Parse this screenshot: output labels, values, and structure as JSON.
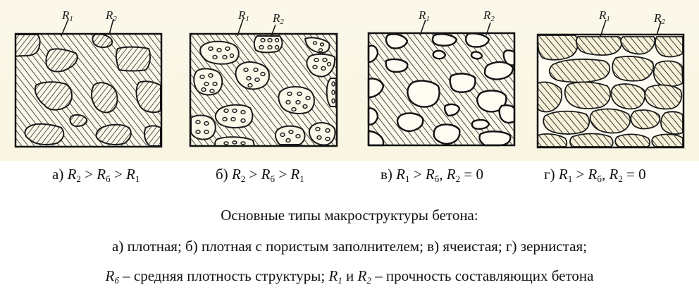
{
  "colors": {
    "paper": "#f9f5e2",
    "ink": "#1a1a1a",
    "background": "#ffffff"
  },
  "panels": [
    {
      "id": "a",
      "label_r1": "R",
      "label_r1_sub": "1",
      "label_r2": "R",
      "label_r2_sub": "2",
      "caption_prefix": "а)",
      "caption_parts": [
        "R",
        "2",
        " > ",
        "R",
        "б",
        " > ",
        "R",
        "1"
      ],
      "caption_text": "а) R2 > Rб > R1",
      "description": "dense: hatched matrix with hatched aggregate inclusions"
    },
    {
      "id": "b",
      "label_r1": "R",
      "label_r1_sub": "1",
      "label_r2": "R",
      "label_r2_sub": "2",
      "caption_prefix": "б)",
      "caption_parts": [
        "R",
        "2",
        " > ",
        "R",
        "б",
        " > ",
        "R",
        "1"
      ],
      "caption_text": "б) R2 > Rб > R1",
      "description": "dense with porous aggregate: hatched matrix with dotted porous inclusions"
    },
    {
      "id": "c",
      "label_r1": "R",
      "label_r1_sub": "1",
      "label_r2": "R",
      "label_r2_sub": "2",
      "caption_prefix": "в)",
      "caption_parts": [
        "R",
        "1",
        " > ",
        "R",
        "б",
        ", ",
        "R",
        "2",
        " = 0"
      ],
      "caption_text": "в) R1 > Rб, R2 = 0",
      "description": "cellular: hatched matrix with empty voids"
    },
    {
      "id": "d",
      "label_r1": "R",
      "label_r1_sub": "1",
      "label_r2": "R",
      "label_r2_sub": "2",
      "caption_prefix": "г)",
      "caption_parts": [
        "R",
        "1",
        " > ",
        "R",
        "б",
        ", ",
        "R",
        "2",
        " = 0"
      ],
      "caption_text": "г) R1 > Rб, R2 = 0",
      "description": "granular: packed hatched grains with empty interstitial gaps"
    }
  ],
  "caption": {
    "title": "Основные типы макроструктуры бетона:",
    "line2": "а) плотная; б) плотная с пористым заполнителем; в) ячеистая; г) зернистая;",
    "line3_parts": {
      "rb": "R",
      "rb_sub": "б",
      "rb_desc": " – средняя плотность структуры; ",
      "r1": "R",
      "r1_sub": "1",
      "and": " и ",
      "r2": "R",
      "r2_sub": "2",
      "r_desc": " – прочность составляющих бетона"
    }
  }
}
